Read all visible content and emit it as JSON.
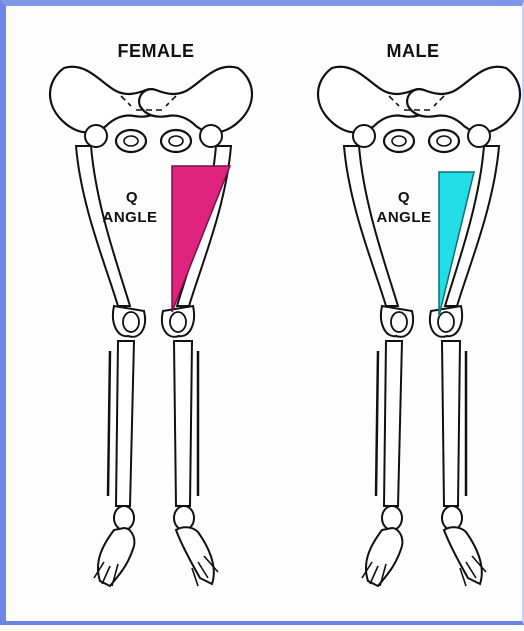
{
  "female": {
    "title": "FEMALE",
    "q_label_line1": "Q",
    "q_label_line2": "ANGLE",
    "angle_color": "#e0237f"
  },
  "male": {
    "title": "MALE",
    "q_label_line1": "Q",
    "q_label_line2": "ANGLE",
    "angle_color": "#22dde6"
  },
  "colors": {
    "frame_blue": "#6f86e8",
    "bone_outline": "#111111",
    "bone_fill": "#ffffff"
  }
}
